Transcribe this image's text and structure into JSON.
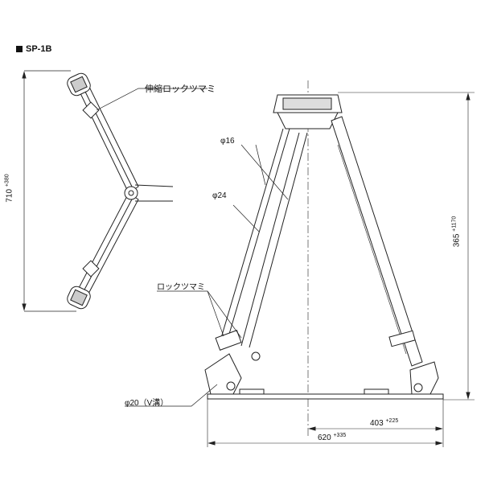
{
  "title": "SP-1B",
  "labels": {
    "extension_lock_knob": "伸縮ロックツマミ",
    "lock_knob": "ロックツマミ",
    "phi16": "φ16",
    "phi24": "φ24",
    "phi20": "φ20（V溝）"
  },
  "dimensions": {
    "top_view_height": {
      "value": "710",
      "plus": "+380"
    },
    "side_height": {
      "value": "365",
      "plus": "+1170"
    },
    "half_width": {
      "value": "403",
      "plus": "+225"
    },
    "full_width": {
      "value": "620",
      "plus": "+335"
    }
  }
}
